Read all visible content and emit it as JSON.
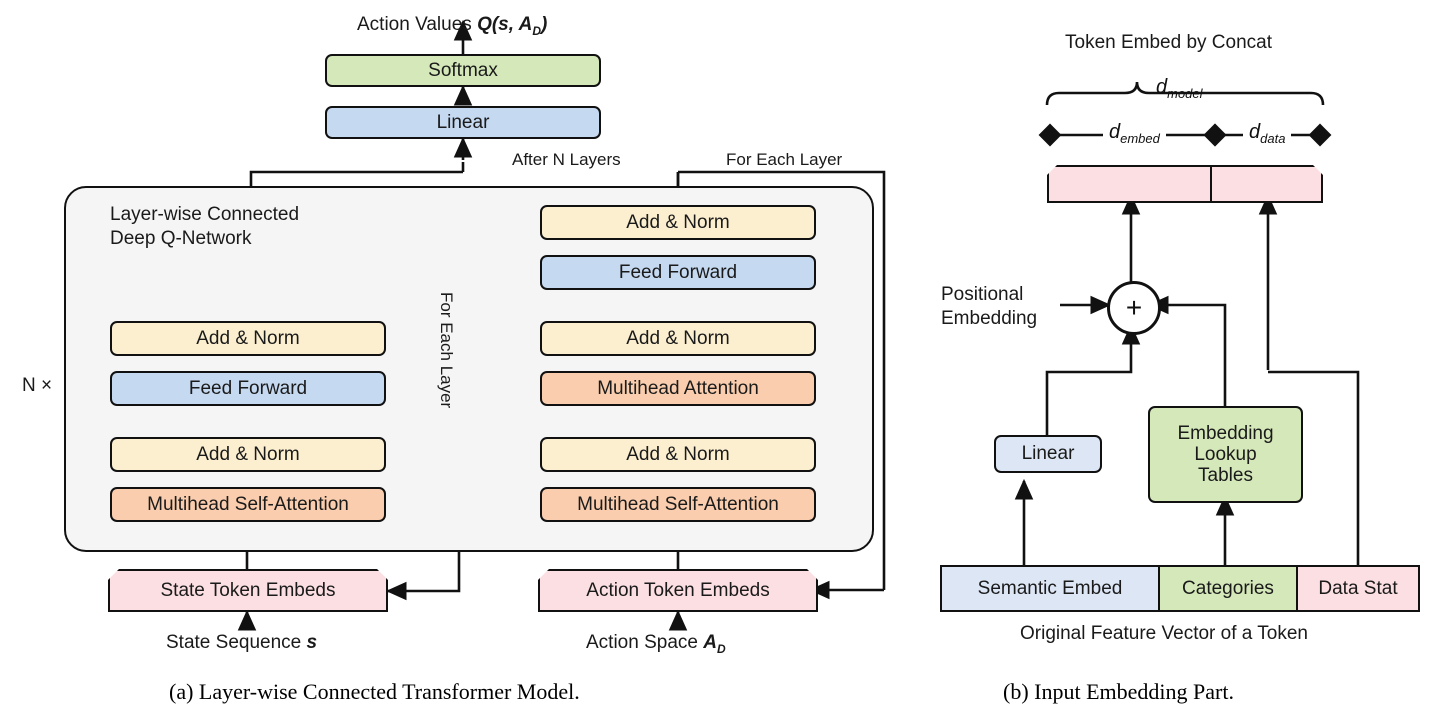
{
  "figure": {
    "caption_a": "(a) Layer-wise Connected Transformer Model.",
    "caption_b": "(b) Input Embedding Part."
  },
  "colors": {
    "green": "#d5e8b9",
    "blue": "#c5d9f1",
    "yellow": "#fcefd0",
    "orange": "#f9cdad",
    "pink": "#fbdfe2",
    "panel_fill": "#f5f5f5",
    "stroke": "#111111"
  },
  "panel_a": {
    "top_output_label": "Action Values Q(s, A_D)",
    "top_output_label_plain": "Action Values ",
    "top_output_math": "Q(s, A",
    "top_output_math_sub": "D",
    "top_output_math_end": ")",
    "softmax": "Softmax",
    "linear": "Linear",
    "after_n_layers": "After N Layers",
    "for_each_layer_top": "For Each Layer",
    "for_each_layer_vertical": "For Each Layer",
    "n_times": "N ×",
    "group_title_line1": "Layer-wise Connected",
    "group_title_line2": "Deep Q-Network",
    "encoder_blocks": [
      {
        "label": "Add & Norm",
        "color": "yellow"
      },
      {
        "label": "Feed Forward",
        "color": "blue"
      },
      {
        "label": "Add & Norm",
        "color": "yellow"
      },
      {
        "label": "Multihead Self-Attention",
        "color": "orange"
      }
    ],
    "decoder_blocks": [
      {
        "label": "Add & Norm",
        "color": "yellow"
      },
      {
        "label": "Feed Forward",
        "color": "blue"
      },
      {
        "label": "Add & Norm",
        "color": "yellow"
      },
      {
        "label": "Multihead Attention",
        "color": "orange"
      },
      {
        "label": "Add & Norm",
        "color": "yellow"
      },
      {
        "label": "Multihead Self-Attention",
        "color": "orange"
      }
    ],
    "state_token_embeds": "State Token Embeds",
    "action_token_embeds": "Action Token Embeds",
    "state_sequence_plain": "State Sequence ",
    "state_sequence_math": "s",
    "action_space_plain": "Action Space ",
    "action_space_math": "A",
    "action_space_math_sub": "D"
  },
  "panel_b": {
    "title": "Token Embed by Concat",
    "d_model_plain": "d",
    "d_model_sub": "model",
    "d_embed_plain": "d",
    "d_embed_sub": "embed",
    "d_data_plain": "d",
    "d_data_sub": "data",
    "positional_embedding_line1": "Positional",
    "positional_embedding_line2": "Embedding",
    "plus_symbol": "+",
    "linear": "Linear",
    "embedding_lookup_line1": "Embedding",
    "embedding_lookup_line2": "Lookup",
    "embedding_lookup_line3": "Tables",
    "feature_segments": [
      {
        "label": "Semantic Embed",
        "color": "blue"
      },
      {
        "label": "Categories",
        "color": "green"
      },
      {
        "label": "Data Stat",
        "color": "pink"
      }
    ],
    "footer": "Original Feature Vector of a Token"
  }
}
